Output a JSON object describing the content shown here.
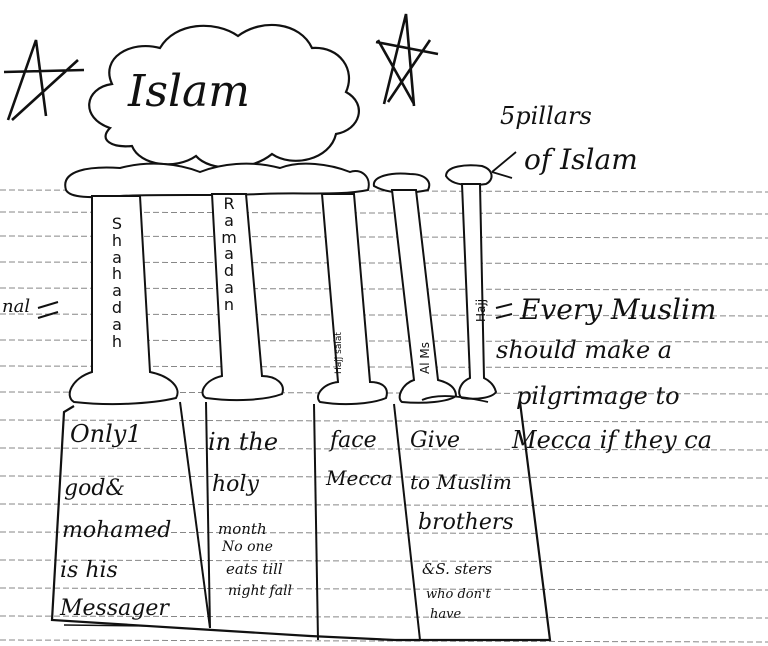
{
  "title": "Islam",
  "subtitle_line1": "5pillars",
  "subtitle_line2": "of Islam",
  "left_fragment": "nal",
  "pillars": [
    {
      "name_letters": [
        "S",
        "h",
        "a",
        "h",
        "a",
        "d",
        "a",
        "h"
      ],
      "base_lines": [
        "Only1",
        "god&",
        "mohamed",
        "is his",
        "Messager"
      ]
    },
    {
      "name_letters": [
        "R",
        "a",
        "m",
        "a",
        "d",
        "a",
        "n"
      ],
      "base_lines": [
        "in the",
        "holy",
        "month",
        "No one",
        "eats till",
        "night fall"
      ]
    },
    {
      "name": "Hajj salat",
      "base_lines": [
        "face",
        "Mecca"
      ]
    },
    {
      "name": "Al Ms",
      "base_lines": [
        "Give",
        "to Muslim",
        "brothers",
        "&S. sters",
        "who don't",
        "have"
      ]
    },
    {
      "name": "Hajj",
      "base_lines": []
    }
  ],
  "note_lines": [
    "Every Muslim",
    "should make a",
    "pilgrimage to",
    "Mecca if they ca"
  ]
}
